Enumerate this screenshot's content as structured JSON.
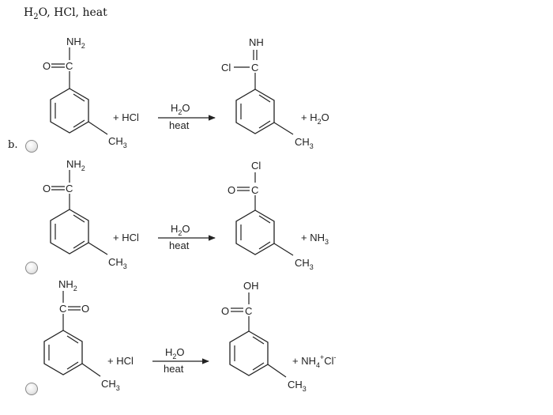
{
  "header": {
    "reagent1_base": "H",
    "reagent1_sub": "2",
    "reagent1_tail": "O, HCl,  heat"
  },
  "option_label": "b.",
  "options": [
    {
      "reactant": {
        "top": "NH",
        "top_sub": "2",
        "carbon": "C",
        "oxygen": "O",
        "methyl": "CH",
        "methyl_sub": "3"
      },
      "plus_reagent": "+ HCl",
      "arrow_top": "H",
      "arrow_top_sub": "2",
      "arrow_top_tail": "O",
      "arrow_bottom": "heat",
      "product": {
        "top": "NH",
        "carbon": "C",
        "left": "Cl",
        "methyl": "CH",
        "methyl_sub": "3"
      },
      "byproduct": "+ H",
      "byproduct_sub": "2",
      "byproduct_tail": "O"
    },
    {
      "reactant": {
        "top": "NH",
        "top_sub": "2",
        "carbon": "C",
        "oxygen": "O",
        "methyl": "CH",
        "methyl_sub": "3"
      },
      "plus_reagent": "+ HCl",
      "arrow_top": "H",
      "arrow_top_sub": "2",
      "arrow_top_tail": "O",
      "arrow_bottom": "heat",
      "product": {
        "top": "Cl",
        "carbon": "C",
        "oxygen": "O",
        "methyl": "CH",
        "methyl_sub": "3"
      },
      "byproduct": "+ NH",
      "byproduct_sub": "3"
    },
    {
      "reactant": {
        "top": "NH",
        "top_sub": "2",
        "carbon": "C",
        "oxygen": "O",
        "methyl": "CH",
        "methyl_sub": "3"
      },
      "plus_reagent": "+ HCl",
      "arrow_top": "H",
      "arrow_top_sub": "2",
      "arrow_top_tail": "O",
      "arrow_bottom": "heat",
      "product": {
        "top": "OH",
        "carbon": "C",
        "oxygen": "O",
        "methyl": "CH",
        "methyl_sub": "3"
      },
      "byproduct": "+ NH",
      "byproduct_sub": "4",
      "byproduct_sup": "+",
      "byproduct_ion": "Cl",
      "byproduct_ion_sup": "-"
    }
  ]
}
